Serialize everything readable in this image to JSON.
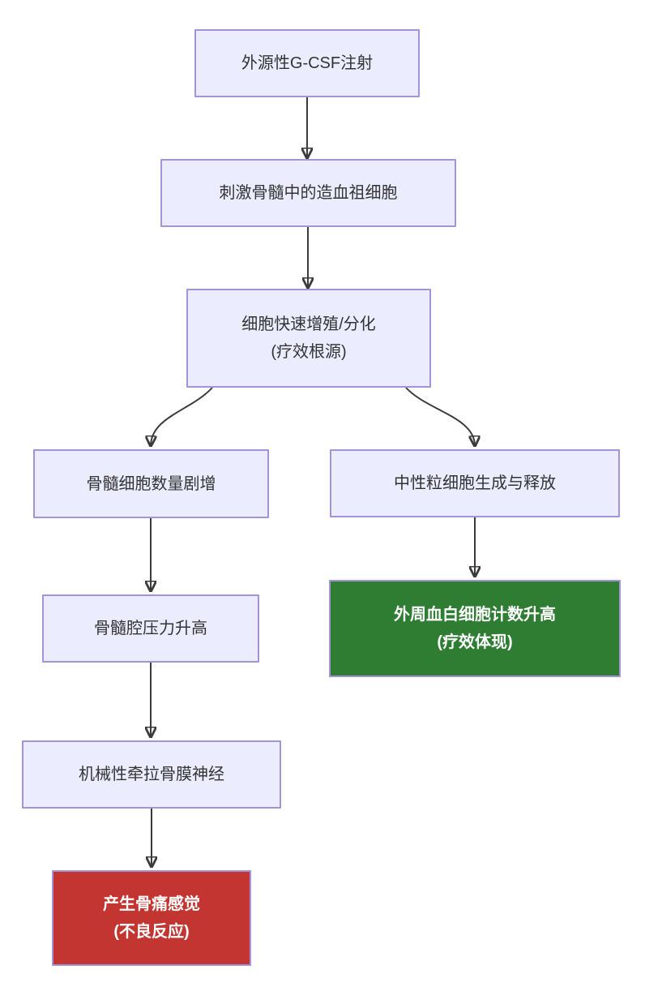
{
  "diagram": {
    "type": "flowchart",
    "direction": "top-down",
    "background_color": "#ffffff",
    "colors": {
      "node_fill": "#ECECFF",
      "node_border": "#A293DB",
      "node_text": "#333333",
      "edge_stroke": "#3b3b3b",
      "arrowhead": "#333333",
      "success_fill": "#2E7D32",
      "danger_fill": "#C33530",
      "emphasis_text": "#ffffff"
    },
    "nodes": [
      {
        "id": "A",
        "type": "process",
        "label": "外源性G-CSF注射"
      },
      {
        "id": "B",
        "type": "process",
        "label": "刺激骨髓中的造血祖细胞"
      },
      {
        "id": "C",
        "type": "process",
        "label": "细胞快速增殖/分化",
        "label2": "(疗效根源)"
      },
      {
        "id": "D",
        "type": "process",
        "label": "骨髓细胞数量剧增"
      },
      {
        "id": "E",
        "type": "process",
        "label": "中性粒细胞生成与释放"
      },
      {
        "id": "F",
        "type": "success",
        "label": "外周血白细胞计数升高",
        "label2": "(疗效体现)"
      },
      {
        "id": "G",
        "type": "process",
        "label": "骨髓腔压力升高"
      },
      {
        "id": "H",
        "type": "process",
        "label": "机械性牵拉骨膜神经"
      },
      {
        "id": "I",
        "type": "danger",
        "label": "产生骨痛感觉",
        "label2": "(不良反应)"
      }
    ],
    "edges": [
      {
        "from": "A",
        "to": "B"
      },
      {
        "from": "B",
        "to": "C"
      },
      {
        "from": "C",
        "to": "D"
      },
      {
        "from": "C",
        "to": "E"
      },
      {
        "from": "D",
        "to": "G"
      },
      {
        "from": "E",
        "to": "F"
      },
      {
        "from": "G",
        "to": "H"
      },
      {
        "from": "H",
        "to": "I"
      }
    ]
  }
}
